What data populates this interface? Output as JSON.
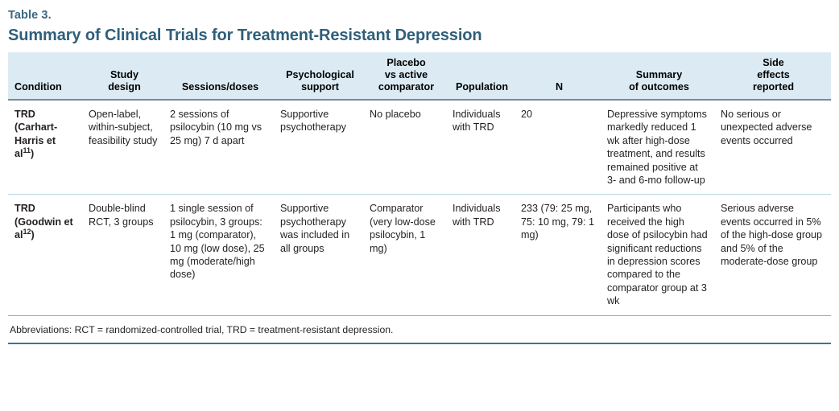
{
  "caption": {
    "label": "Table 3.",
    "title": "Summary of Clinical Trials for Treatment-Resistant Depression"
  },
  "colors": {
    "title": "#2f5f7a",
    "label": "#3a6883",
    "header_band": "#dcebf3",
    "header_rule": "#7a8a92",
    "row_rule": "#b9d3e0",
    "footer_rule": "#3f7493",
    "text": "#231f20"
  },
  "table": {
    "headers": [
      "Condition",
      "Study design",
      "Sessions/doses",
      "Psychological support",
      "Placebo vs active comparator",
      "Population",
      "N",
      "Summary of outcomes",
      "Side effects reported"
    ],
    "header_lines": [
      [
        "Condition"
      ],
      [
        "Study",
        "design"
      ],
      [
        "Sessions/doses"
      ],
      [
        "Psychological",
        "support"
      ],
      [
        "Placebo",
        "vs active",
        "comparator"
      ],
      [
        "Population"
      ],
      [
        "N"
      ],
      [
        "Summary",
        "of outcomes"
      ],
      [
        "Side",
        "effects",
        "reported"
      ]
    ],
    "rows": [
      {
        "condition_text": "TRD (Carhart-Harris et al",
        "condition_ref": "11",
        "condition_suffix": ")",
        "study_design": "Open-label, within-subject, feasibility study",
        "sessions_doses": "2 sessions of psilocybin (10 mg vs 25 mg) 7 d apart",
        "psychological_support": "Supportive psychotherapy",
        "placebo_comparator": "No placebo",
        "population": "Individuals with TRD",
        "n": "20",
        "summary_outcomes": "Depressive symptoms markedly reduced 1 wk after high-dose treatment, and results remained positive at 3- and 6-mo follow-up",
        "side_effects": "No serious or unexpected adverse events occurred"
      },
      {
        "condition_text": "TRD (Goodwin et al",
        "condition_ref": "12",
        "condition_suffix": ")",
        "study_design": "Double-blind RCT, 3 groups",
        "sessions_doses": "1 single session of psilocybin, 3 groups: 1 mg (comparator), 10 mg (low dose), 25 mg (moderate/high dose)",
        "psychological_support": "Supportive psychotherapy was included in all groups",
        "placebo_comparator": "Comparator (very low-dose psilocybin, 1 mg)",
        "population": "Individuals with TRD",
        "n": "233 (79: 25 mg, 75: 10 mg, 79: 1 mg)",
        "summary_outcomes": "Participants who received the high dose of psilocybin had significant reductions in depression scores compared to the comparator group at 3 wk",
        "side_effects": "Serious adverse events occurred in 5% of the high-dose group and 5% of the moderate-dose group"
      }
    ]
  },
  "footnote": {
    "text": "Abbreviations: RCT = randomized-controlled trial, TRD = treatment-resistant depression."
  }
}
